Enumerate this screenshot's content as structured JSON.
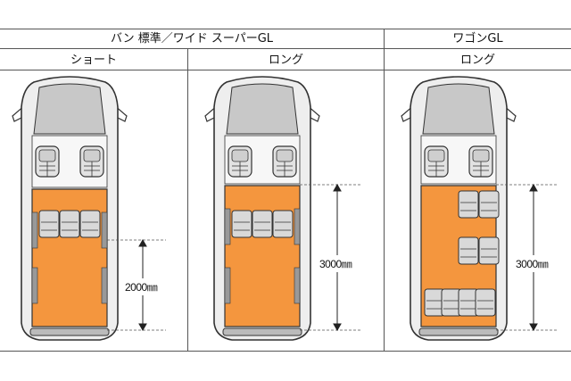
{
  "header": {
    "van_group": "バン 標準／ワイド スーパーGL",
    "wagon_group": "ワゴンGL"
  },
  "columns": [
    {
      "label": "ショート",
      "dimension": "2000㎜"
    },
    {
      "label": "ロング",
      "dimension": "3000㎜"
    },
    {
      "label": "ロング",
      "dimension": "3000㎜"
    }
  ],
  "colors": {
    "cargo_floor": "#f4963e",
    "body_outline": "#333333",
    "seat_fill": "#d9d9d9",
    "grid_line": "#555555"
  }
}
